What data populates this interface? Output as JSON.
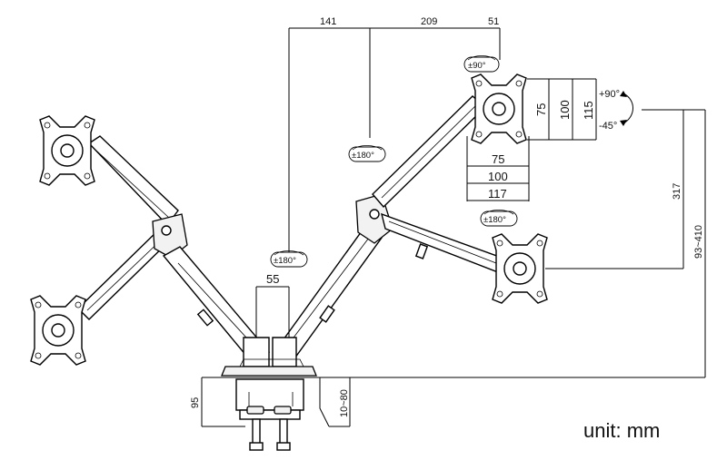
{
  "dimensions": {
    "top_141": "141",
    "top_209": "209",
    "top_51": "51",
    "vesa_75_v": "75",
    "vesa_100_v": "100",
    "vesa_115_v": "115",
    "vesa_75_h": "75",
    "vesa_100_h": "100",
    "vesa_117_h": "117",
    "pole_55": "55",
    "height_317": "317",
    "range_93_410": "93~410",
    "base_95": "95",
    "clamp_10_80": "10~80"
  },
  "rotations": {
    "tilt_up": "+90°",
    "tilt_down": "-45°",
    "swivel_top": "±90°",
    "rotate_1": "±180°",
    "rotate_2": "±180°",
    "rotate_3": "±180°"
  },
  "unit_label": "unit: mm"
}
